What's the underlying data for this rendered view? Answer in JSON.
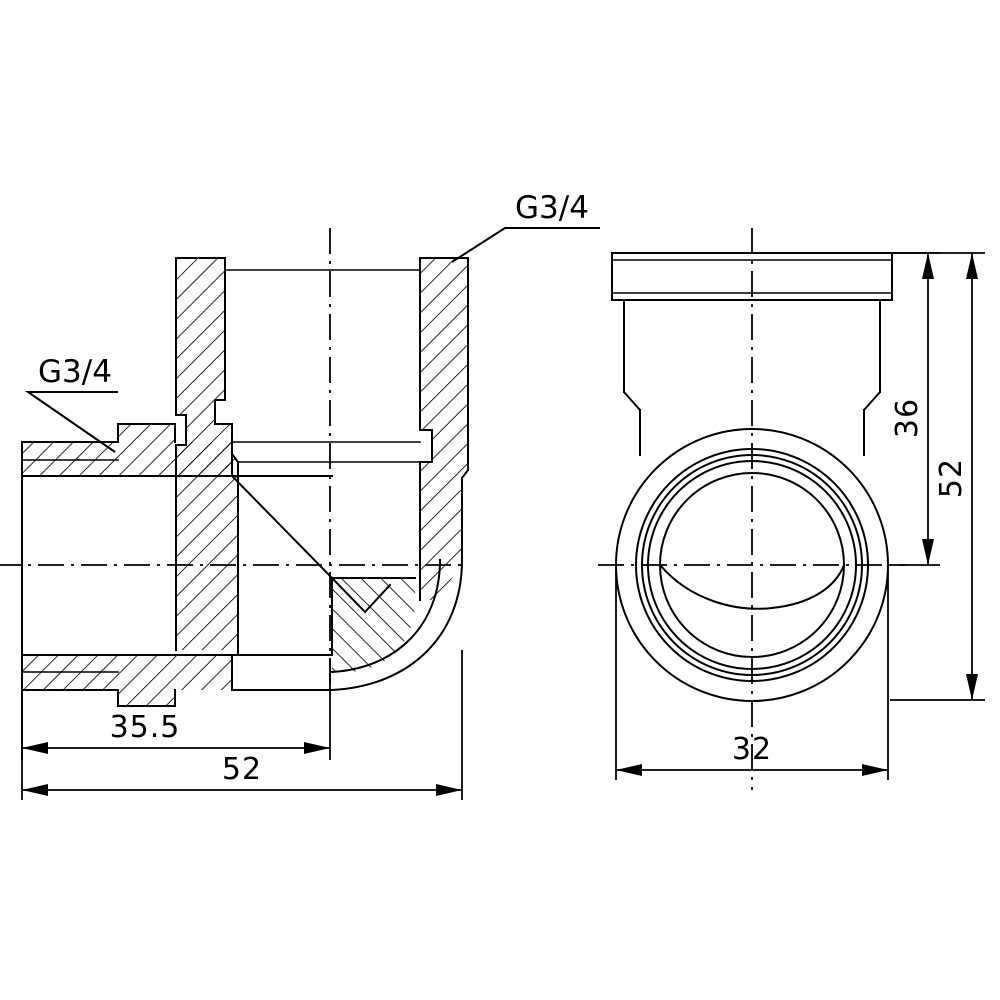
{
  "drawing": {
    "title": "Threaded elbow fitting — sectional technical drawing",
    "background_color": "#ffffff",
    "line_color": "#000000",
    "units": "mm"
  },
  "labels": {
    "thread_left": "G3/4",
    "thread_top": "G3/4"
  },
  "dimensions": {
    "horizontal_inner": "35.5",
    "horizontal_overall": "52",
    "vertical_partial": "36",
    "vertical_overall": "52",
    "end_view_width": "32"
  },
  "views": {
    "section_view_name": "sectional-elbow-view",
    "end_view_name": "end-face-view"
  }
}
